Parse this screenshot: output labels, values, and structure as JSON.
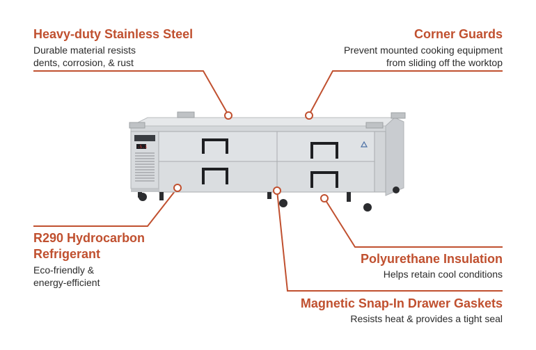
{
  "features": {
    "steel": {
      "title": "Heavy-duty Stainless Steel",
      "desc1": "Durable material resists",
      "desc2": "dents, corrosion, & rust"
    },
    "guards": {
      "title": "Corner Guards",
      "desc1": "Prevent mounted cooking equipment",
      "desc2": "from sliding off the worktop"
    },
    "refrigerant": {
      "title1": "R290 Hydrocarbon",
      "title2": "Refrigerant",
      "desc1": "Eco-friendly &",
      "desc2": "energy-efficient"
    },
    "insulation": {
      "title": "Polyurethane Insulation",
      "desc": "Helps retain cool conditions"
    },
    "gaskets": {
      "title": "Magnetic Snap-In Drawer Gaskets",
      "desc": "Resists heat & provides a tight seal"
    }
  },
  "colors": {
    "accent": "#c0502f",
    "text": "#2a2a2a",
    "steel": "#d9dcde"
  }
}
